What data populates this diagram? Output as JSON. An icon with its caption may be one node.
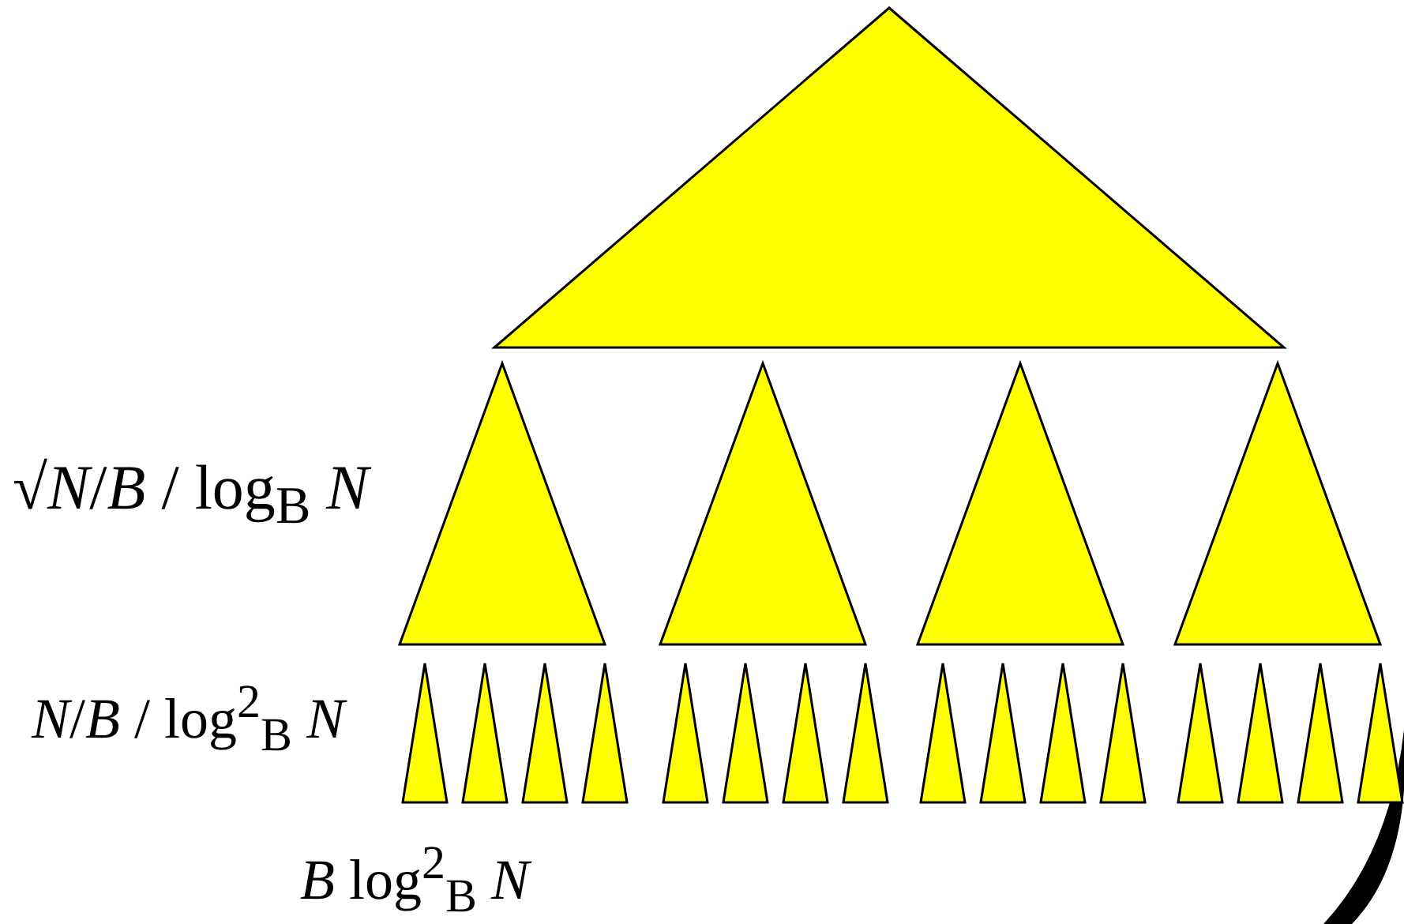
{
  "diagram": {
    "nodes": [
      {
        "text": [],
        "shape": "triangle"
      },
      {
        "text": [],
        "shape": "triangle"
      },
      {
        "text": [],
        "shape": "triangle"
      },
      {
        "text": [],
        "shape": "triangle"
      },
      {
        "text": [],
        "shape": "triangle"
      },
      {
        "text": [],
        "shape": "triangle"
      },
      {
        "text": [],
        "shape": "triangle"
      },
      {
        "text": [],
        "shape": "triangle"
      },
      {
        "text": [],
        "shape": "triangle"
      },
      {
        "text": [],
        "shape": "triangle"
      },
      {
        "text": [],
        "shape": "triangle"
      },
      {
        "text": [],
        "shape": "triangle"
      },
      {
        "text": [],
        "shape": "triangle"
      },
      {
        "text": [],
        "shape": "triangle"
      },
      {
        "text": [],
        "shape": "triangle"
      },
      {
        "text": [],
        "shape": "triangle"
      },
      {
        "text": [],
        "shape": "triangle"
      },
      {
        "text": [],
        "shape": "triangle"
      },
      {
        "text": [],
        "shape": "triangle"
      },
      {
        "text": [],
        "shape": "triangle"
      },
      {
        "text": [],
        "shape": "triangle"
      },
      {
        "text": [],
        "shape": "arc"
      }
    ],
    "labels": [
      "√*N*/*B* / log$_{B}$ *N*",
      "*N*/*B* / log$^{2}$$_{B}$ *N*",
      "*B* log$^{2}$$_{B}$ *N*"
    ]
  }
}
